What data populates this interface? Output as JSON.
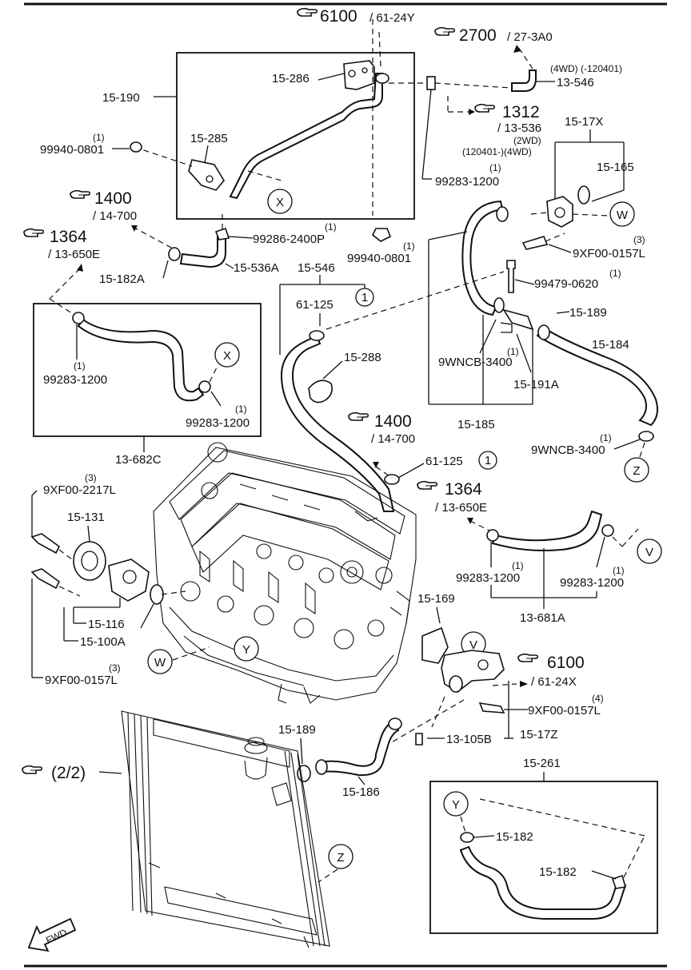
{
  "refs": {
    "r6100a": "6100",
    "r6100a_sub": "/ 61-24Y",
    "r2700": "2700",
    "r2700_sub": "/ 27-3A0",
    "r1312": "1312",
    "r1312_sub": "/ 13-536",
    "r1400a": "1400",
    "r1400a_sub": "/ 14-700",
    "r1364a": "1364",
    "r1364a_sub": "/ 13-650E",
    "r1400b": "1400",
    "r1400b_sub": "/ 14-700",
    "r1364b": "1364",
    "r1364b_sub": "/ 13-650E",
    "r6100b": "6100",
    "r6100b_sub": "/ 61-24X",
    "r22": "(2/2)"
  },
  "labels": {
    "p15_190": "15-190",
    "p15_286": "15-286",
    "p15_285": "15-285",
    "p99940_a": "99940-0801",
    "q1_a": "(1)",
    "p13_546": "13-546",
    "n4wd": "(4WD) (-120401)",
    "n2wd": "(2WD)",
    "n120401": "(120401-)(4WD)",
    "p15_17x": "15-17X",
    "p15_165": "15-165",
    "p99283_a": "99283-1200",
    "q1_b": "(1)",
    "p99286": "99286-2400P",
    "q1_c": "(1)",
    "p99940_b": "99940-0801",
    "q1_d": "(1)",
    "p15_182a": "15-182A",
    "p15_536a": "15-536A",
    "p15_546": "15-546",
    "p61_125a": "61-125",
    "c1a": "1",
    "p9xf_a": "9XF00-0157L",
    "q3_a": "(3)",
    "p99479": "99479-0620",
    "q1_e": "(1)",
    "p15_189a": "15-189",
    "p15_184": "15-184",
    "p15_288": "15-288",
    "p99283_b": "99283-1200",
    "q1_f": "(1)",
    "p99283_c": "99283-1200",
    "q1_g": "(1)",
    "p9wncb_a": "9WNCB-3400",
    "q1_h": "(1)",
    "p15_191a": "15-191A",
    "p15_185": "15-185",
    "p9wncb_b": "9WNCB-3400",
    "q1_i": "(1)",
    "p13_682c": "13-682C",
    "p61_125b": "61-125",
    "c1b": "1",
    "p9xf_2217": "9XF00-2217L",
    "q3_b": "(3)",
    "p15_131": "15-131",
    "p99283_d": "99283-1200",
    "q1_j": "(1)",
    "p99283_e": "99283-1200",
    "q1_k": "(1)",
    "p13_681a": "13-681A",
    "p15_169": "15-169",
    "p15_116": "15-116",
    "p15_100a": "15-100A",
    "p9xf_b": "9XF00-0157L",
    "q3_c": "(3)",
    "p9xf_c": "9XF00-0157L",
    "q4": "(4)",
    "p15_189b": "15-189",
    "p13_105b": "13-105B",
    "p15_17z": "15-17Z",
    "p15_186": "15-186",
    "p15_261": "15-261",
    "p15_182a2": "15-182",
    "p15_182b": "15-182",
    "fwd": "FWD"
  },
  "markers": {
    "X1": "X",
    "X2": "X",
    "W1": "W",
    "W2": "W",
    "Y1": "Y",
    "Y2": "Y",
    "Z1": "Z",
    "Z2": "Z",
    "V1": "V",
    "V2": "V"
  }
}
